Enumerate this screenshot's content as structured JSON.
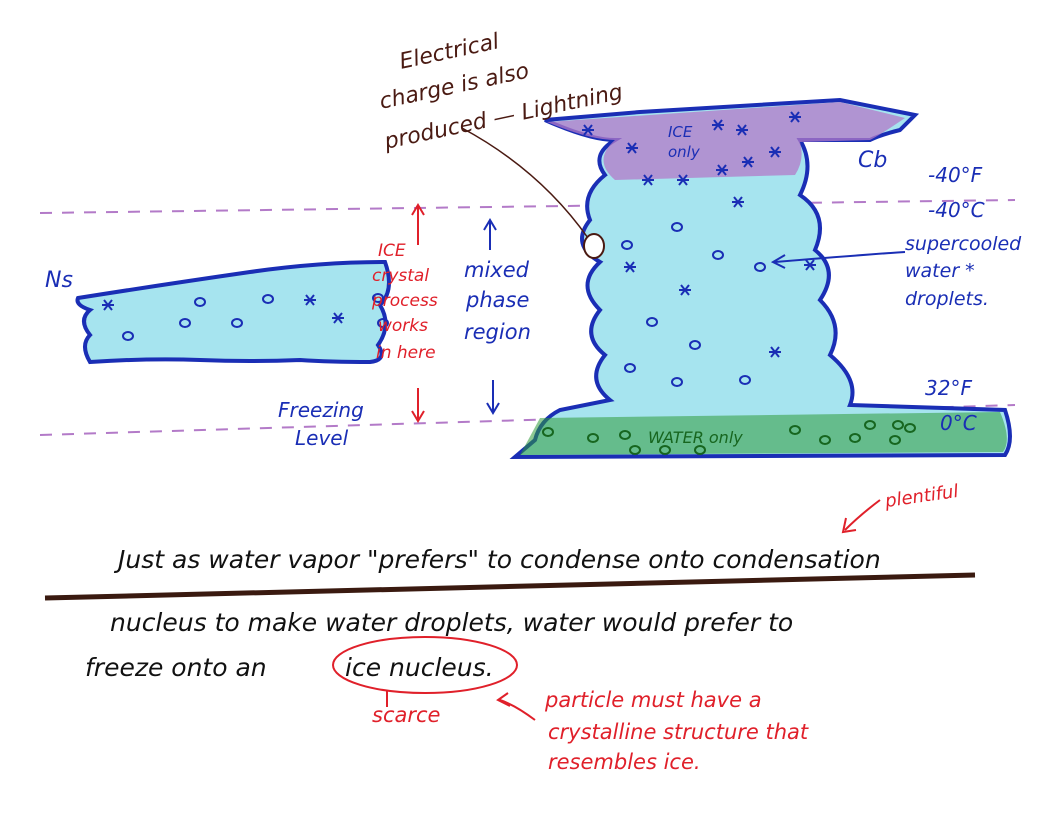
{
  "lightning_note": {
    "line1": "Electrical",
    "line2": "charge is also",
    "line3": "produced — Lightning"
  },
  "cb": {
    "label": "Cb",
    "ice_only": {
      "line1": "ICE",
      "line2": "only"
    },
    "water_only": "WATER only",
    "temp_top_f": "-40°F",
    "temp_top_c": "-40°C",
    "temp_bottom_f": "32°F",
    "temp_bottom_c": "0°C",
    "supercooled": {
      "line1": "supercooled",
      "line2": "water *",
      "line3": "droplets."
    }
  },
  "ns": {
    "label": "Ns"
  },
  "ice_crystal_process": {
    "line1": "ICE",
    "line2": "crystal",
    "line3": "process",
    "line4": "works",
    "line5": "in here"
  },
  "mixed_phase": {
    "line1": "mixed",
    "line2": "phase",
    "line3": "region"
  },
  "freezing_level": {
    "line1": "Freezing",
    "line2": "Level"
  },
  "notes": {
    "plentiful": "plentiful",
    "sentence1": "Just as water vapor \"prefers\" to condense onto condensation",
    "sentence2": "nucleus to make water droplets, water would prefer to",
    "sentence3a": "freeze onto an",
    "sentence3b": "ice nucleus.",
    "scarce": "scarce",
    "particle": {
      "line1": "particle must have a",
      "line2": "crystalline structure that",
      "line3": "resembles ice."
    }
  },
  "colors": {
    "blue": "#1a2eb5",
    "red": "#e0202a",
    "cyan": "#a6e4ef",
    "purple": "#b37ac8",
    "green": "#2f9a3a"
  }
}
